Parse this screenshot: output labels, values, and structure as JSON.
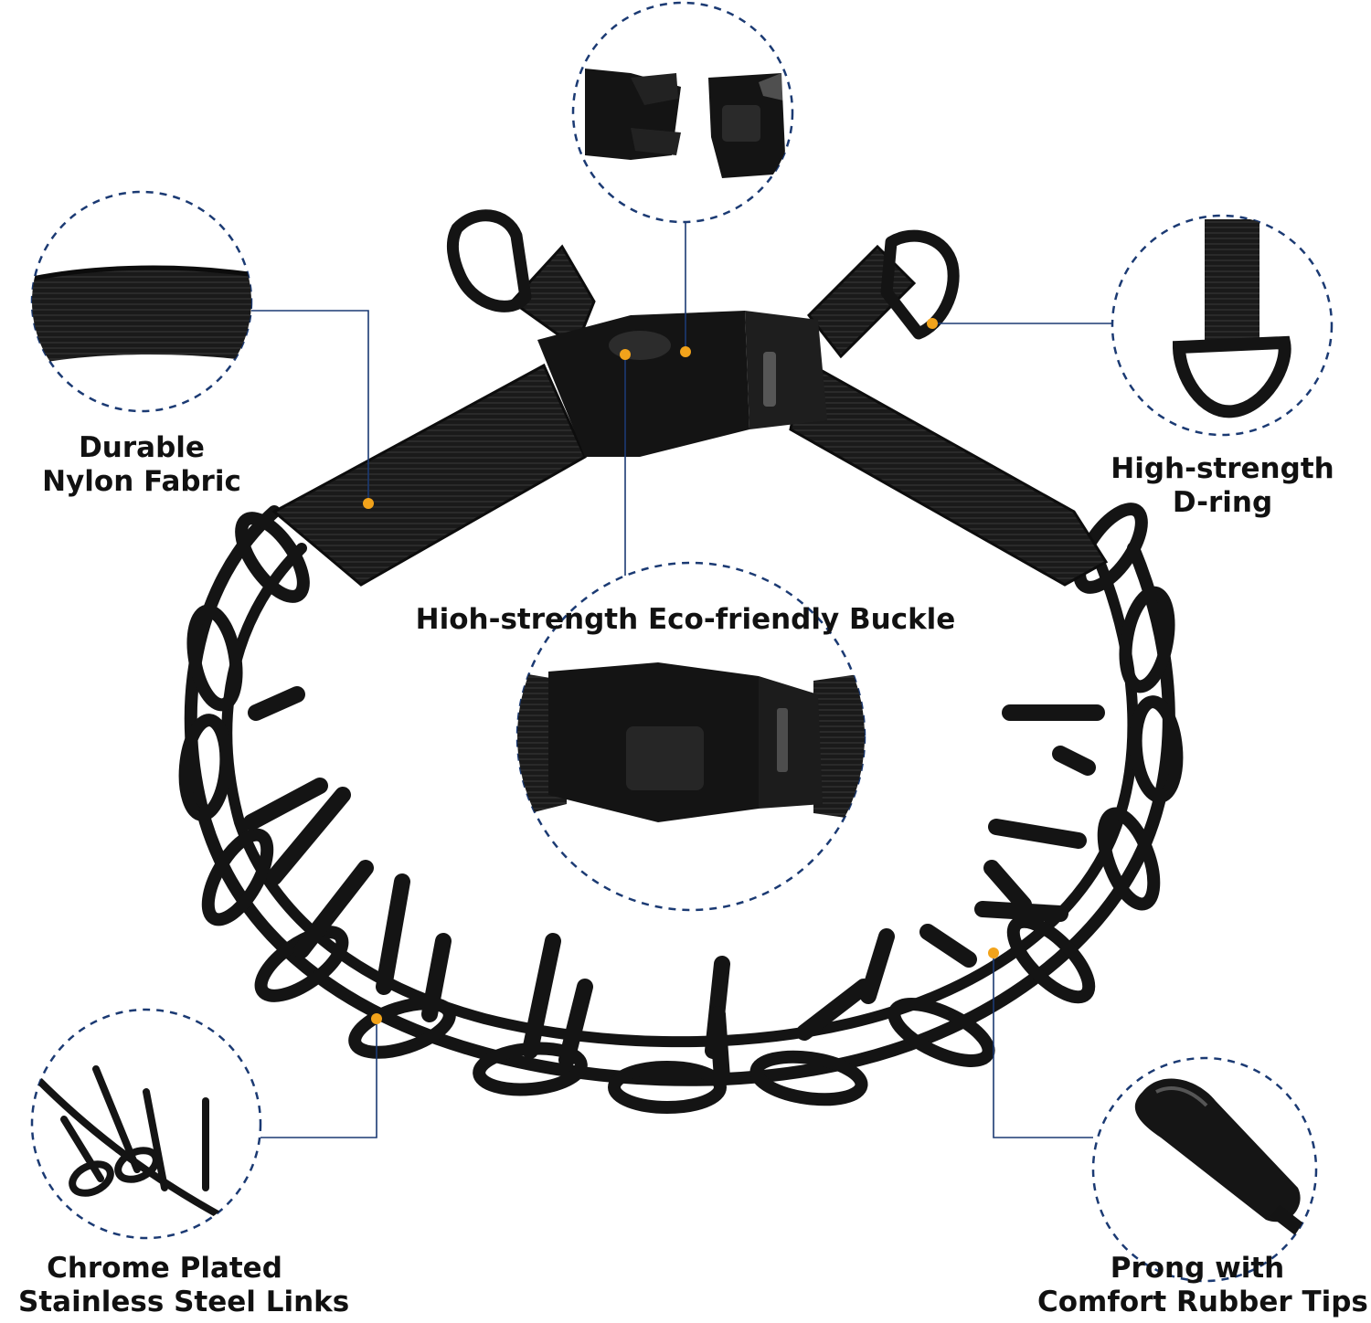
{
  "labels": {
    "nylon": {
      "line1": "Durable",
      "line2": "Nylon Fabric"
    },
    "dring": {
      "line1": "High-strength",
      "line2": "D-ring"
    },
    "buckle": {
      "text": "Hioh-strength Eco-friendly Buckle"
    },
    "links": {
      "line1": "Chrome Plated",
      "line2": "Stainless Steel Links"
    },
    "tips": {
      "line1": "Prong with",
      "line2": "Comfort Rubber Tips"
    }
  },
  "colors": {
    "callout_line": "#1b3a73",
    "dashed_circle": "#1b3a73",
    "dot": "#f2a31b",
    "product": "#141414",
    "text": "#111111"
  }
}
